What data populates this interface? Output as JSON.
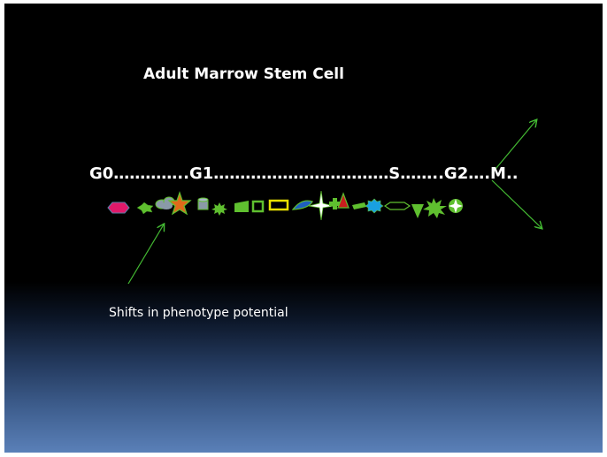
{
  "slide": {
    "title": "Adult Marrow Stem Cell",
    "phase_line": "G0…………..G1……………………………S……..G2….M..",
    "annotation": "Shifts in phenotype potential"
  },
  "colors": {
    "text": "#ffffff",
    "arrow": "#44bb33",
    "shape_green": "#5fbf2f",
    "shape_pink": "#e0196a",
    "shape_orange": "#e06a1a",
    "shape_yellow": "#e8e000",
    "shape_blue": "#1f5fbf",
    "shape_cyan": "#1aa0e0",
    "shape_red": "#c81e1e",
    "shape_gray": "#8a9aa8",
    "shape_white": "#ffffff"
  },
  "icons": [
    "pink-hexagon-icon",
    "green-splat-icon",
    "gray-cloud-icon",
    "orange-star-icon",
    "gray-cylinder-icon",
    "green-burst-icon",
    "green-trapezoid-icon",
    "green-square-outline-icon",
    "yellow-rectangle-outline-icon",
    "blue-moon-icon",
    "white-sparkle-icon",
    "green-plus-icon",
    "red-triangle-icon",
    "green-bar-icon",
    "cyan-seal-icon",
    "green-hexagon-outline-icon",
    "green-down-triangle-icon",
    "green-explosion-icon",
    "white-cross-icon",
    "arrow-icon"
  ]
}
